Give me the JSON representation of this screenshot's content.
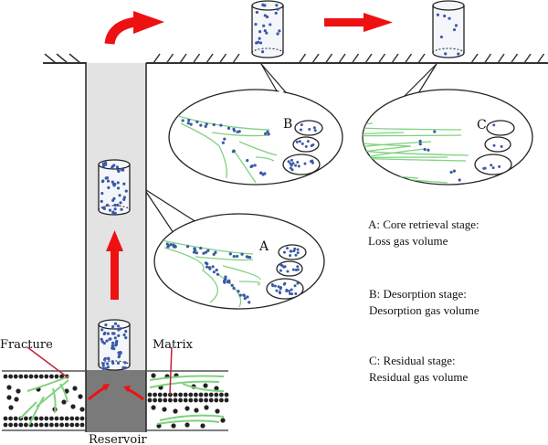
{
  "diagram": {
    "title": "Core gas content measurement stages",
    "labels": {
      "fracture": "Fracture",
      "matrix": "Matrix",
      "reservoir": "Reservoir"
    },
    "bubbles": [
      {
        "id": "A",
        "letter": "A",
        "gas_density": "high"
      },
      {
        "id": "B",
        "letter": "B",
        "gas_density": "medium"
      },
      {
        "id": "C",
        "letter": "C",
        "gas_density": "low"
      }
    ],
    "legend": [
      {
        "key": "A",
        "line1": "A: Core retrieval stage:",
        "line2": "Loss gas volume"
      },
      {
        "key": "B",
        "line1": "B: Desorption stage:",
        "line2": "Desorption gas volume"
      },
      {
        "key": "C",
        "line1": "C: Residual stage:",
        "line2": "Residual gas volume"
      }
    ],
    "colors": {
      "arrow": "#ee1111",
      "fracture_line": "#7fd27f",
      "gas_dot": "#3a5aa8",
      "borehole": "#e3e3e3",
      "reservoir_core": "#7a7a7a",
      "matrix_dot": "#222222"
    }
  }
}
